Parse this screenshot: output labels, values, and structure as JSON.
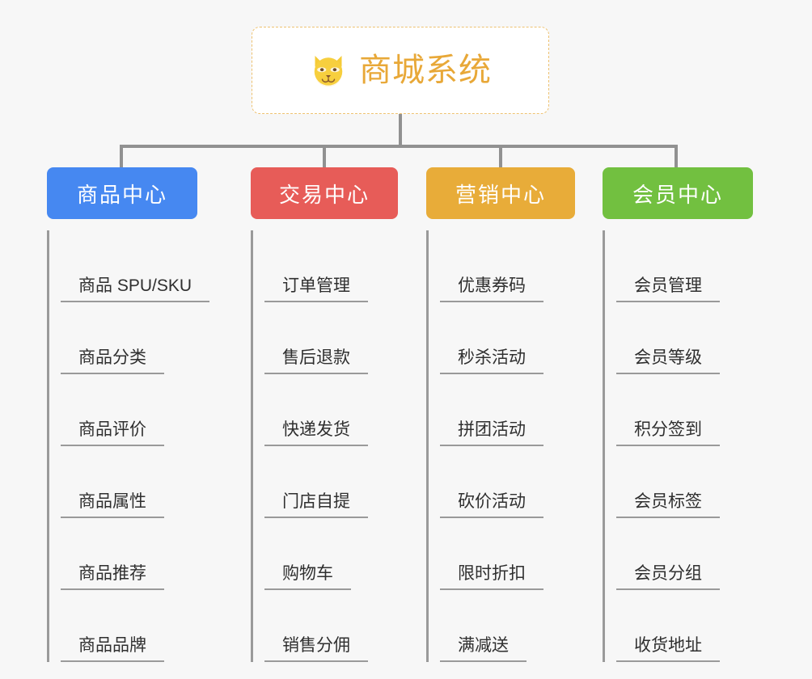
{
  "diagram": {
    "type": "mind-map",
    "root": {
      "title": "商城系统",
      "icon": "shiba-dog-face-icon",
      "title_color": "#e8a838",
      "border_color": "#eec271"
    },
    "connector_color": "#919191",
    "background_color": "#f7f7f7",
    "branches": [
      {
        "label": "商品中心",
        "color": "#4688f1",
        "items": [
          "商品 SPU/SKU",
          "商品分类",
          "商品评价",
          "商品属性",
          "商品推荐",
          "商品品牌"
        ]
      },
      {
        "label": "交易中心",
        "color": "#e75c58",
        "items": [
          "订单管理",
          "售后退款",
          "快递发货",
          "门店自提",
          "购物车",
          "销售分佣"
        ]
      },
      {
        "label": "营销中心",
        "color": "#e8ac39",
        "items": [
          "优惠券码",
          "秒杀活动",
          "拼团活动",
          "砍价活动",
          "限时折扣",
          "满减送"
        ]
      },
      {
        "label": "会员中心",
        "color": "#72c040",
        "items": [
          "会员管理",
          "会员等级",
          "积分签到",
          "会员标签",
          "会员分组",
          "收货地址"
        ]
      }
    ]
  }
}
